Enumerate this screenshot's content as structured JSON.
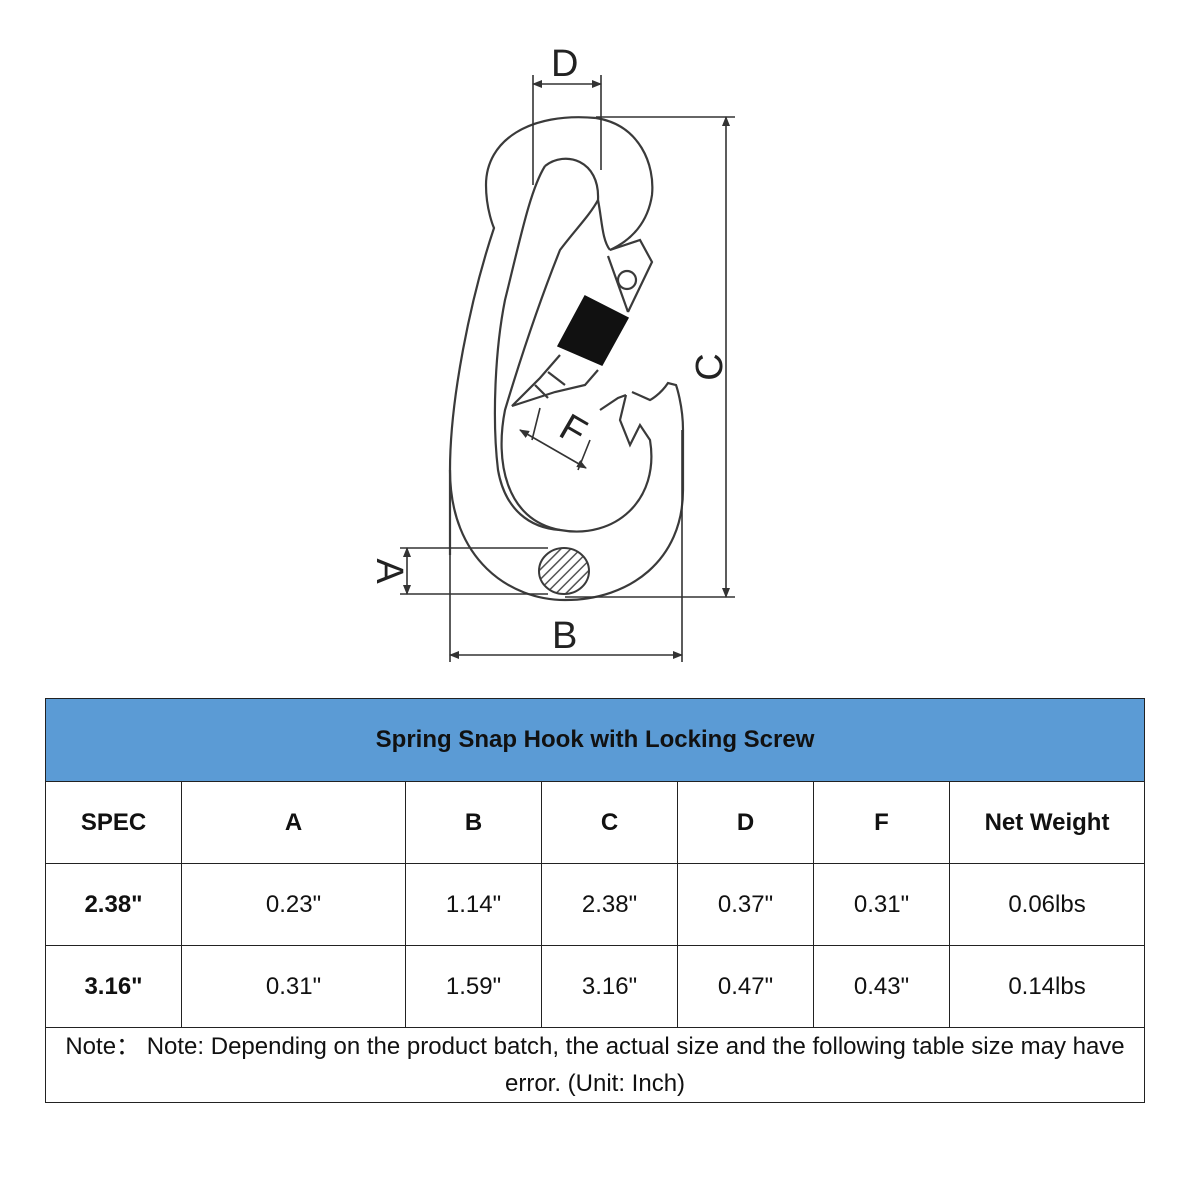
{
  "colors": {
    "header_bg": "#5b9bd5",
    "line": "#3a3a3a",
    "cross_section": "#555555"
  },
  "diagram": {
    "labels": {
      "A": "A",
      "B": "B",
      "C": "C",
      "D": "D",
      "F": "F"
    }
  },
  "table": {
    "title": "Spring Snap Hook with Locking Screw",
    "columns": [
      "SPEC",
      "A",
      "B",
      "C",
      "D",
      "F",
      "Net Weight"
    ],
    "rows": [
      [
        "2.38\"",
        "0.23\"",
        "1.14\"",
        "2.38\"",
        "0.37\"",
        "0.31\"",
        "0.06lbs"
      ],
      [
        "3.16\"",
        "0.31\"",
        "1.59\"",
        "3.16\"",
        "0.47\"",
        "0.43\"",
        "0.14lbs"
      ]
    ],
    "note": "Note：  Note: Depending on the product batch, the actual size and the following table size may have error.  (Unit: Inch)"
  }
}
